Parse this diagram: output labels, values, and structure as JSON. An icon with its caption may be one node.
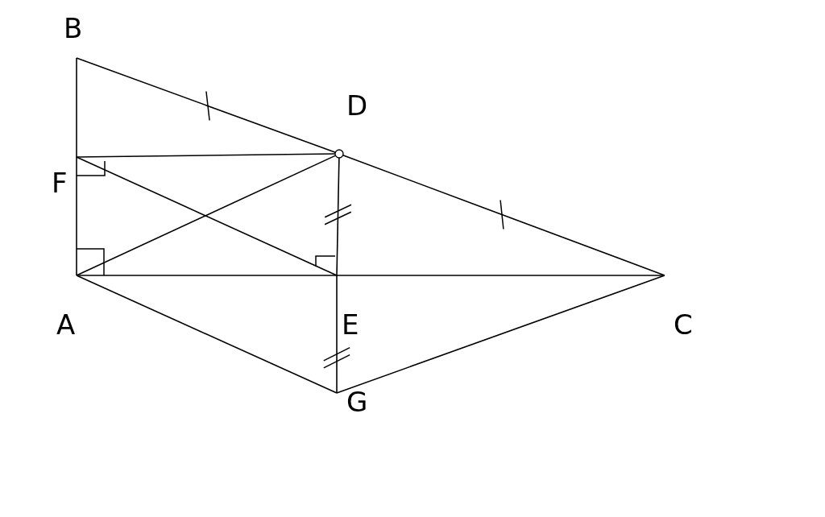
{
  "diagram": {
    "nodes": [
      {
        "text": [
          "B"
        ]
      },
      {
        "text": [
          "D"
        ]
      },
      {
        "text": [
          "F"
        ]
      },
      {
        "text": [
          "A"
        ]
      },
      {
        "text": [
          "E"
        ]
      },
      {
        "text": [
          "C"
        ]
      },
      {
        "text": [
          "G"
        ]
      }
    ],
    "edges": [
      {
        "from": 0,
        "to": 2,
        "arrow": "none"
      },
      {
        "from": 2,
        "to": 3,
        "arrow": "none"
      },
      {
        "from": 0,
        "to": 1,
        "arrow": "none"
      },
      {
        "from": 1,
        "to": 5,
        "arrow": "none"
      },
      {
        "from": 2,
        "to": 1,
        "arrow": "none"
      },
      {
        "from": 3,
        "to": 1,
        "arrow": "none"
      },
      {
        "from": 2,
        "to": 4,
        "arrow": "none"
      },
      {
        "from": 3,
        "to": 4,
        "arrow": "none"
      },
      {
        "from": 4,
        "to": 5,
        "arrow": "none"
      },
      {
        "from": 1,
        "to": 4,
        "arrow": "none"
      },
      {
        "from": 4,
        "to": 6,
        "arrow": "none"
      },
      {
        "from": 3,
        "to": 6,
        "arrow": "none"
      },
      {
        "from": 6,
        "to": 5,
        "arrow": "none"
      }
    ]
  }
}
